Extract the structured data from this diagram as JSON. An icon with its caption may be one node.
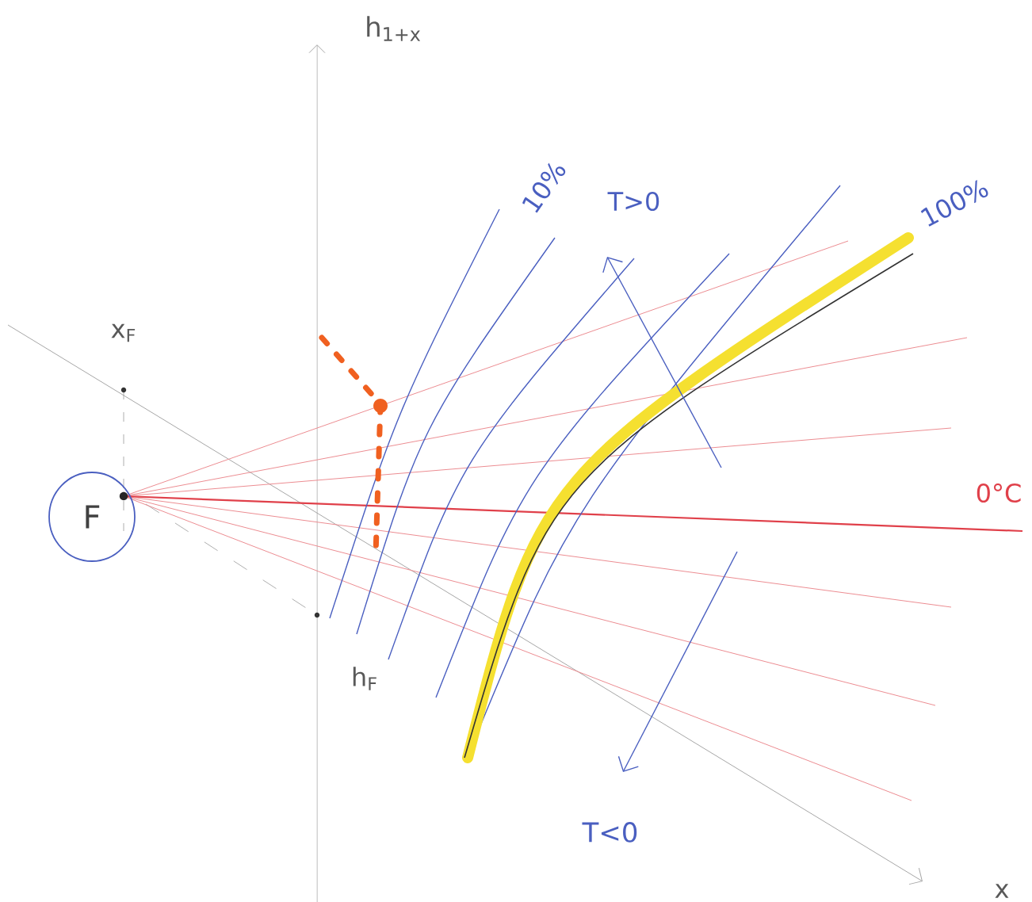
{
  "diagram": {
    "nodes": [
      {
        "text": [
          "F"
        ]
      }
    ],
    "labels": [
      "h$_{1+x}$",
      "10%",
      "T>0",
      "100%",
      "x$_{F}$",
      "0°C",
      "h$_{F}$",
      "T<0",
      "x"
    ]
  }
}
